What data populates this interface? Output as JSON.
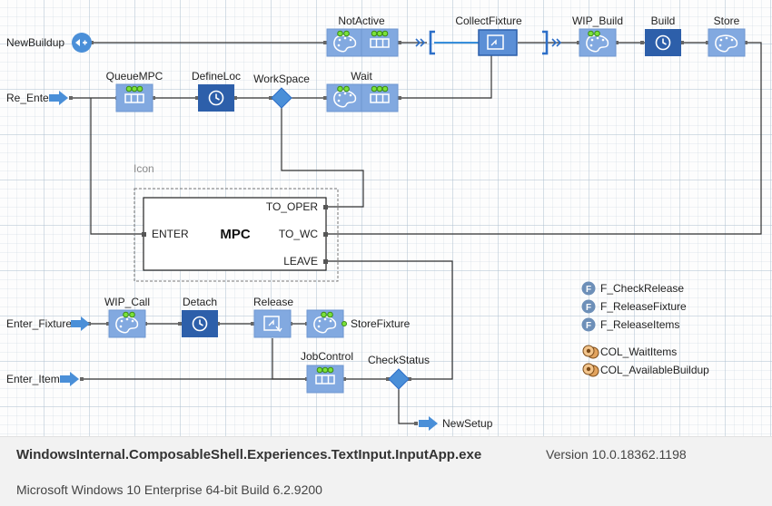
{
  "diagram": {
    "sources": {
      "new_buildup": "NewBuildup",
      "re_enter": "Re_Enter",
      "enter_fixture": "Enter_Fixture",
      "enter_item": "Enter_Item"
    },
    "blocks": {
      "not_active": "NotActive",
      "collect_fixture": "CollectFixture",
      "wip_build": "WIP_Build",
      "build": "Build",
      "store": "Store",
      "queue_mpc": "QueueMPC",
      "define_loc": "DefineLoc",
      "workspace": "WorkSpace",
      "wait": "Wait",
      "wip_call": "WIP_Call",
      "detach": "Detach",
      "release": "Release",
      "store_fixture": "StoreFixture",
      "job_control": "JobControl",
      "check_status": "CheckStatus",
      "new_setup": "NewSetup"
    },
    "icon_label": "Icon",
    "mpc": {
      "title": "MPC",
      "port_enter": "ENTER",
      "port_to_oper": "TO_OPER",
      "port_to_wc": "TO_WC",
      "port_leave": "LEAVE"
    },
    "functions": [
      "F_CheckRelease",
      "F_ReleaseFixture",
      "F_ReleaseItems"
    ],
    "collections": [
      "COL_WaitItems",
      "COL_AvailableBuildup"
    ]
  },
  "footer": {
    "app_name": "WindowsInternal.ComposableShell.Experiences.TextInput.InputApp.exe",
    "version": "Version 10.0.18362.1198",
    "os": "Microsoft Windows 10 Enterprise 64-bit Build 6.2.9200"
  },
  "colors": {
    "block_light": "#82a9e0",
    "block_dark": "#2d5faa",
    "indicator_green": "#7ae23a",
    "selected_connection": "#1b7fd6"
  }
}
